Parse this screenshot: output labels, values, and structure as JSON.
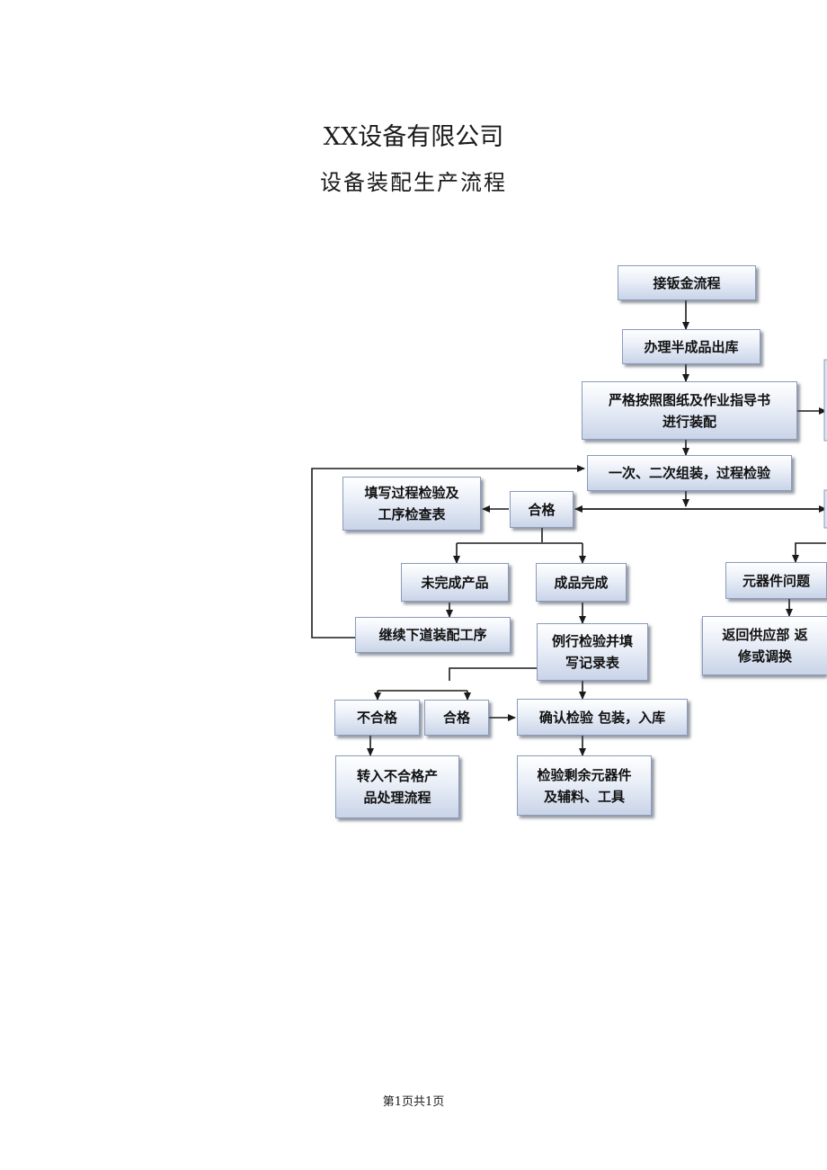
{
  "document": {
    "company": "XX设备有限公司",
    "subtitle": "设备装配生产流程"
  },
  "flowchart": {
    "nodes": {
      "receive_sheet_metal": "接钣金流程",
      "semi_finished_out": "办理半成品出库",
      "assemble_per_drawing": "严格按照图纸及作业指导书\n进行装配",
      "primary_secondary_assembly": "一次、二次组装，过程检验",
      "fill_process_form": "填写过程检验及\n工序检查表",
      "qualified_1": "合格",
      "unfinished_product": "未完成产品",
      "product_finished": "成品完成",
      "continue_next_process": "继续下道装配工序",
      "routine_inspection": "例行检验并填\n写记录表",
      "component_issue": "元器件问题",
      "return_supplier": "返回供应部  返\n修或调换",
      "unqualified": "不合格",
      "qualified_2": "合格",
      "confirm_package_store": "确认检验  包装，入库",
      "to_nonconforming": "转入不合格产\n品处理流程",
      "check_remaining": "检验剩余元器件\n及辅料、工具"
    }
  },
  "footer": {
    "page_info": "第1页共1页"
  }
}
